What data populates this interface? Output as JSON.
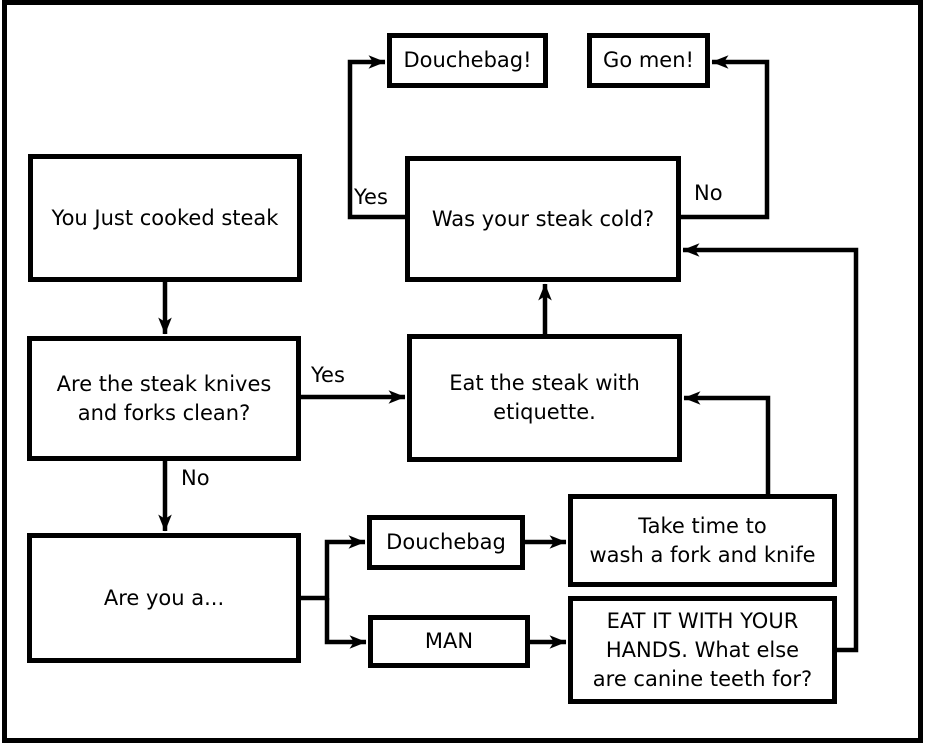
{
  "colors": {
    "background": "#ffffff",
    "stroke": "#000000",
    "text": "#000000"
  },
  "flowchart": {
    "nodes": [
      {
        "id": "start",
        "label": "You Just cooked steak"
      },
      {
        "id": "knives-clean",
        "label": "Are the steak knives\nand forks clean?"
      },
      {
        "id": "eat-etiquette",
        "label": "Eat the steak with\netiquette."
      },
      {
        "id": "was-cold",
        "label": "Was your steak cold?"
      },
      {
        "id": "douchebag-result",
        "label": "Douchebag!"
      },
      {
        "id": "go-men",
        "label": "Go men!"
      },
      {
        "id": "are-you-a",
        "label": "Are you a..."
      },
      {
        "id": "douchebag-option",
        "label": "Douchebag"
      },
      {
        "id": "man-option",
        "label": "MAN"
      },
      {
        "id": "take-time",
        "label": "Take time to\nwash a fork and knife"
      },
      {
        "id": "eat-hands",
        "label": "EAT IT WITH YOUR\nHANDS. What else\nare canine teeth for?"
      }
    ],
    "edge_labels": [
      {
        "id": "was-cold-yes",
        "label": "Yes"
      },
      {
        "id": "was-cold-no",
        "label": "No"
      },
      {
        "id": "knives-yes",
        "label": "Yes"
      },
      {
        "id": "knives-no",
        "label": "No"
      }
    ]
  }
}
